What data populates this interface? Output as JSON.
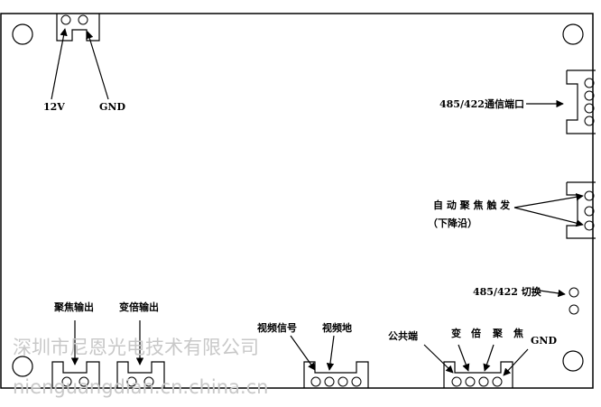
{
  "labels": {
    "v12": "12V",
    "gnd_top": "GND",
    "rs485_port": "485/422通信端口",
    "auto_focus_trigger": "自 动 聚 焦 触 发",
    "falling_edge": "（下降沿）",
    "rs485_switch": "485/422 切换",
    "focus_out": "聚焦输出",
    "zoom_out": "变倍输出",
    "video_signal": "视频信号",
    "video_ground": "视频地",
    "common": "公共端",
    "zoom": "变",
    "times": "倍",
    "focus": "聚",
    "focus_jiao": "焦",
    "gnd_bottom": "GND"
  },
  "watermark": {
    "line1": "深圳市尼恩光电技术有限公司",
    "line2": "nienguangdian.cn.china.cn"
  }
}
